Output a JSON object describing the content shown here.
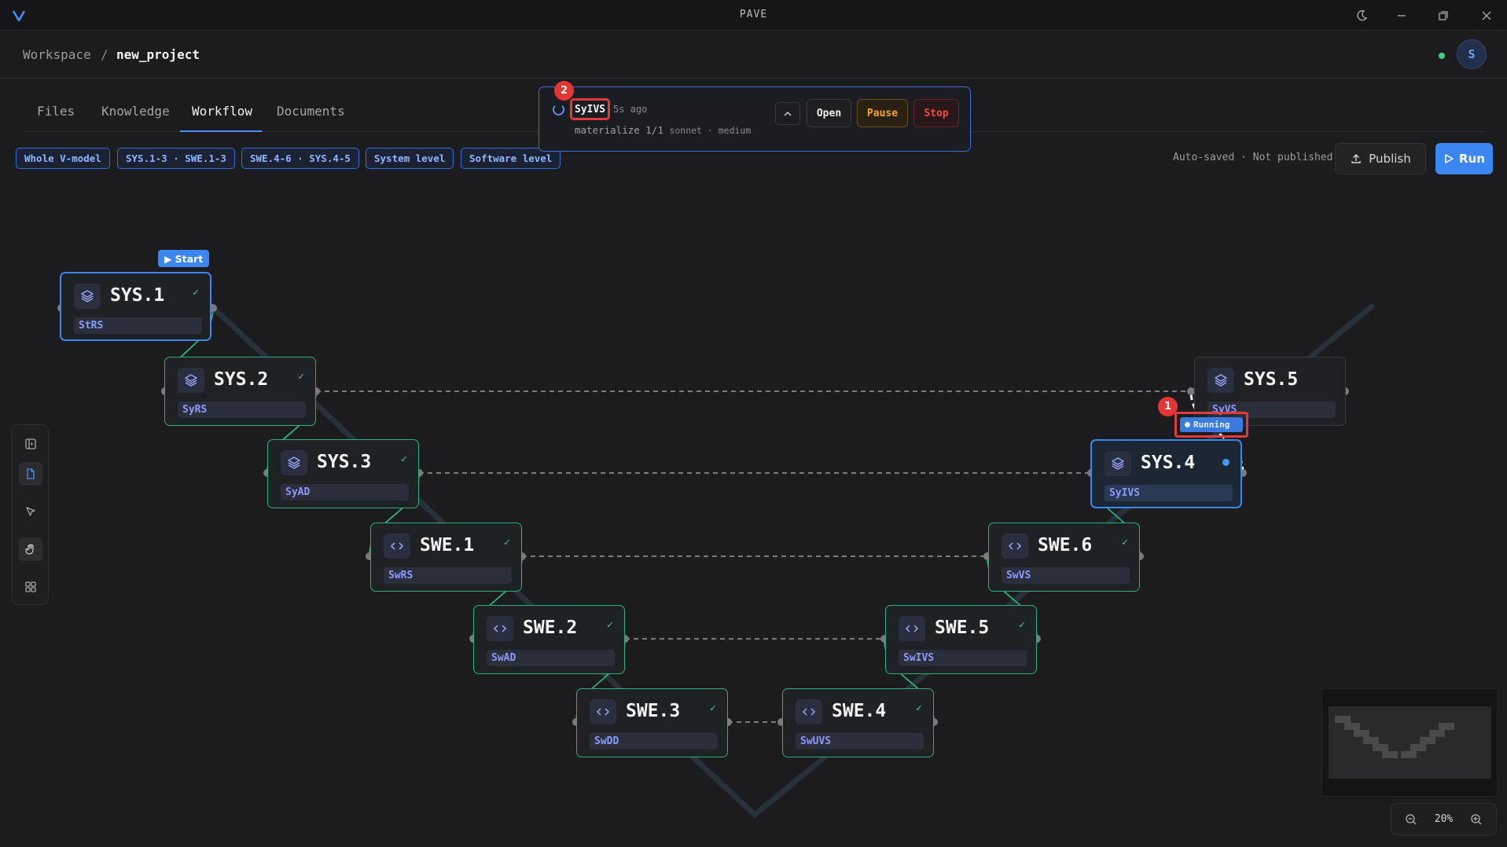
{
  "app": {
    "title": "PAVE"
  },
  "breadcrumb": {
    "workspace": "Workspace",
    "separator": "/",
    "project": "new_project"
  },
  "user": {
    "initial": "S"
  },
  "tabs": [
    {
      "label": "Files"
    },
    {
      "label": "Knowledge"
    },
    {
      "label": "Workflow",
      "active": true
    },
    {
      "label": "Documents"
    }
  ],
  "chips": [
    "Whole V-model",
    "SYS.1-3 · SWE.1-3",
    "SWE.4-6 · SYS.4-5",
    "System level",
    "Software level"
  ],
  "save_status": "Auto-saved · Not published",
  "actions": {
    "publish": "Publish",
    "run": "Run"
  },
  "job": {
    "name": "SyIVS",
    "time": "5s ago",
    "detail": "materialize 1/1",
    "meta": "sonnet · medium",
    "open": "Open",
    "pause": "Pause",
    "stop": "Stop",
    "badge": "2"
  },
  "start_label": "Start",
  "running_label": "Running",
  "running_badge": "1",
  "nodes": {
    "sys1": {
      "title": "SYS.1",
      "sub": "StRS",
      "status": "done",
      "icon": "layers-icon"
    },
    "sys2": {
      "title": "SYS.2",
      "sub": "SyRS",
      "status": "done",
      "icon": "layers-icon"
    },
    "sys3": {
      "title": "SYS.3",
      "sub": "SyAD",
      "status": "done",
      "icon": "layers-icon"
    },
    "swe1": {
      "title": "SWE.1",
      "sub": "SwRS",
      "status": "done",
      "icon": "code-icon"
    },
    "swe2": {
      "title": "SWE.2",
      "sub": "SwAD",
      "status": "done",
      "icon": "code-icon"
    },
    "swe3": {
      "title": "SWE.3",
      "sub": "SwDD",
      "status": "done",
      "icon": "code-icon"
    },
    "swe4": {
      "title": "SWE.4",
      "sub": "SwUVS",
      "status": "done",
      "icon": "code-icon"
    },
    "swe5": {
      "title": "SWE.5",
      "sub": "SwIVS",
      "status": "done",
      "icon": "code-icon"
    },
    "swe6": {
      "title": "SWE.6",
      "sub": "SwVS",
      "status": "done",
      "icon": "code-icon"
    },
    "sys4": {
      "title": "SYS.4",
      "sub": "SyIVS",
      "status": "running",
      "icon": "layers-icon"
    },
    "sys5": {
      "title": "SYS.5",
      "sub": "SyVS",
      "status": "pending",
      "icon": "layers-icon"
    }
  },
  "check_mark": "✓",
  "zoom": {
    "level": "20%"
  },
  "colors": {
    "accent": "#3b86f0",
    "done": "#2fae79",
    "alert": "#e33535",
    "pause": "#f3a82a"
  }
}
